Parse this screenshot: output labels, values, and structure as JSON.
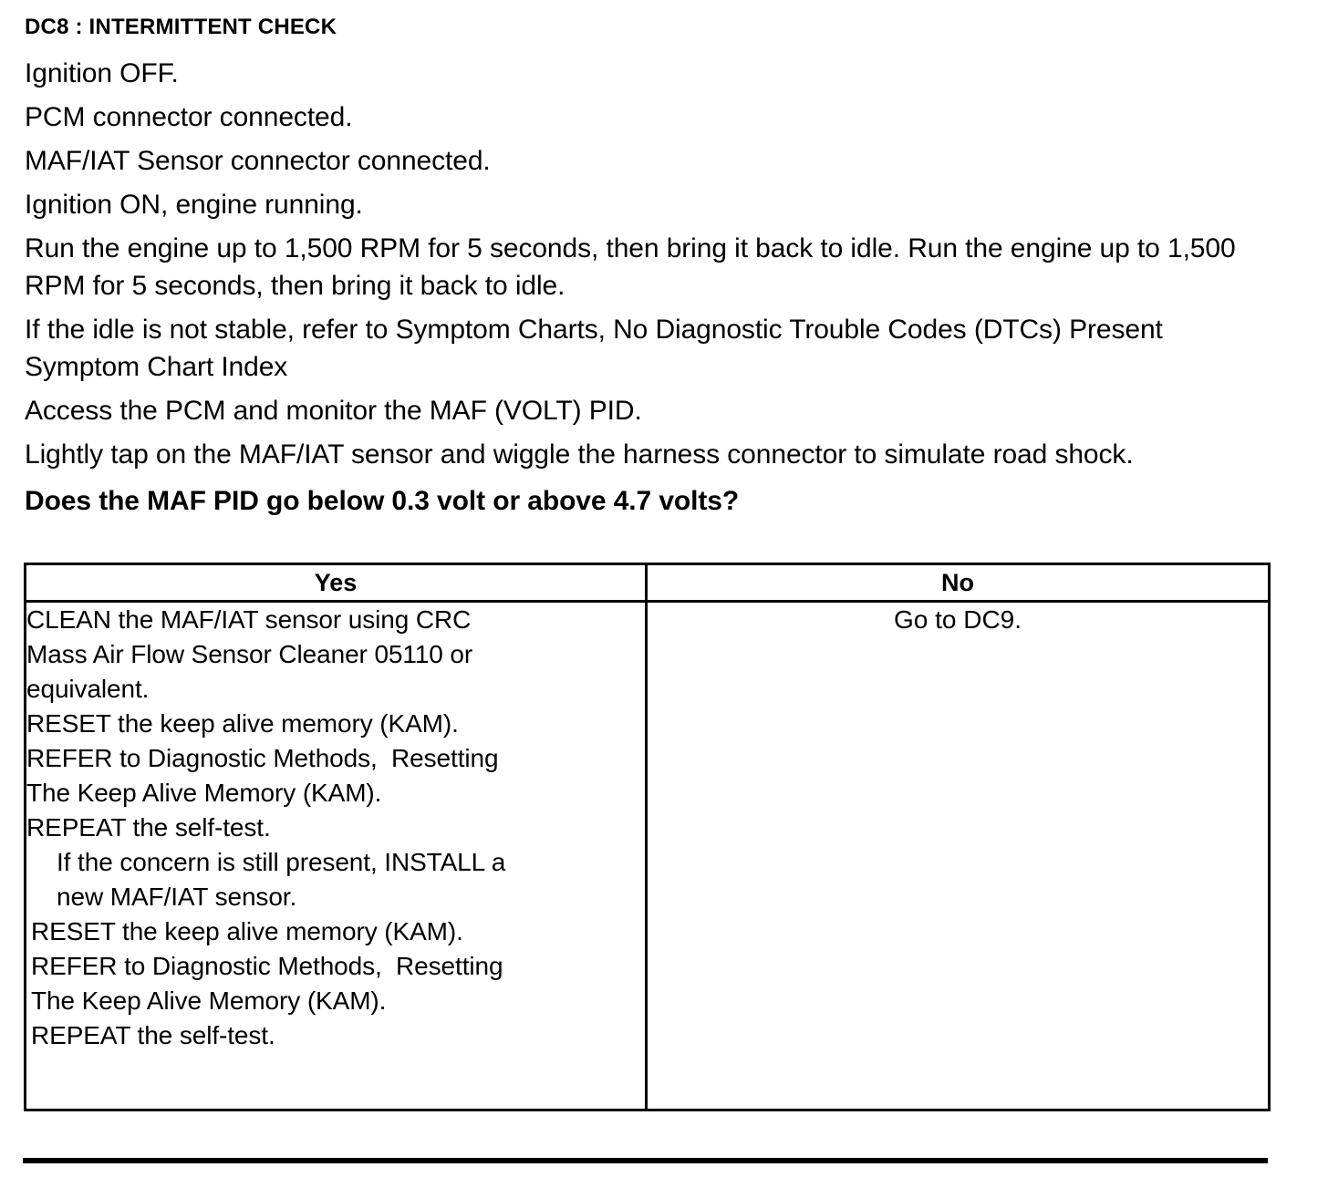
{
  "document": {
    "title": "DC8 : INTERMITTENT CHECK"
  },
  "steps": [
    {
      "id": "ignition-off",
      "text": "Ignition OFF.",
      "bold": false
    },
    {
      "id": "pcm-connector",
      "text": "PCM connector connected.",
      "bold": false
    },
    {
      "id": "maf-iat-connector",
      "text": "MAF/IAT Sensor connector connected.",
      "bold": false
    },
    {
      "id": "ignition-on",
      "text": "Ignition ON, engine running.",
      "bold": false
    },
    {
      "id": "rpm-procedure",
      "text": "Run the engine up to 1,500 RPM for 5 seconds, then bring it back to idle. Run the engine up to 1,500 RPM for 5 seconds, then bring it back to idle.",
      "bold": false
    },
    {
      "id": "idle-not-stable",
      "text": "If the idle is not stable, refer to Symptom Charts, No Diagnostic Trouble Codes (DTCs) Present  Symptom Chart Index",
      "bold": false
    },
    {
      "id": "monitor-maf-pid",
      "text": "Access the PCM and monitor the  MAF (VOLT) PID.",
      "bold": false
    },
    {
      "id": "tap-sensor",
      "text": "Lightly tap on the MAF/IAT sensor and wiggle the harness connector to simulate road shock.",
      "bold": false
    },
    {
      "id": "question",
      "text": "Does the MAF  PID go below 0.3 volt or above 4.7 volts?",
      "bold": true
    }
  ],
  "decision_table": {
    "headers": {
      "yes": "Yes",
      "no": "No"
    },
    "yes_actions": [
      {
        "text": "CLEAN the MAF/IAT sensor using CRC",
        "indent": "none"
      },
      {
        "text": "Mass Air Flow Sensor Cleaner 05110 or",
        "indent": "none"
      },
      {
        "text": "equivalent.",
        "indent": "none"
      },
      {
        "text": "RESET the keep alive memory (KAM).",
        "indent": "none"
      },
      {
        "text": "REFER to Diagnostic Methods,  Resetting",
        "indent": "none"
      },
      {
        "text": "The Keep Alive Memory (KAM).",
        "indent": "none"
      },
      {
        "text": "REPEAT the self-test.",
        "indent": "none"
      },
      {
        "text": "If the concern is still present, INSTALL a",
        "indent": "one"
      },
      {
        "text": "new MAF/IAT sensor.",
        "indent": "one"
      },
      {
        "text": "RESET the keep alive memory (KAM).",
        "indent": "small"
      },
      {
        "text": "REFER to Diagnostic Methods,  Resetting",
        "indent": "small"
      },
      {
        "text": "The Keep Alive Memory (KAM).",
        "indent": "small"
      },
      {
        "text": "REPEAT the self-test.",
        "indent": "small"
      }
    ],
    "no_action": "Go to DC9."
  }
}
